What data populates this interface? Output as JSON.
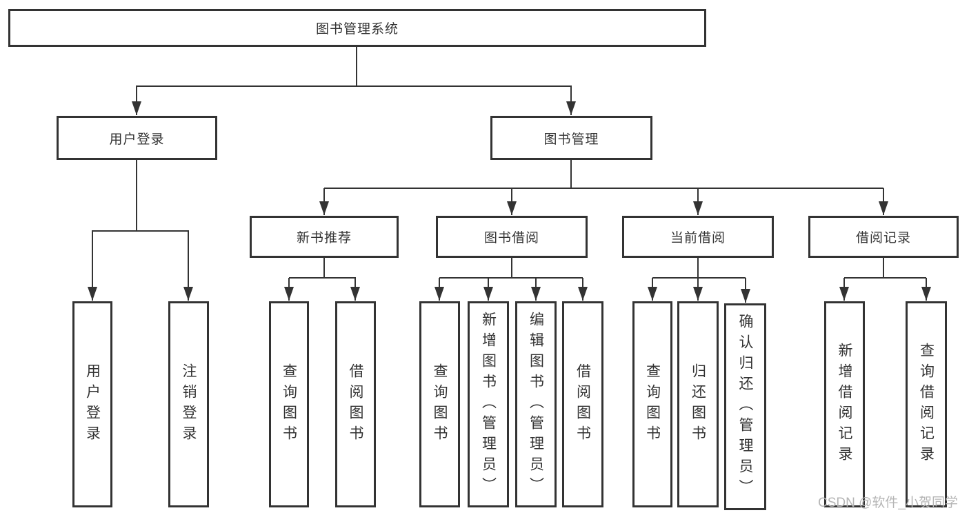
{
  "colors": {
    "line": "#333333",
    "box_border": "#333333",
    "text": "#333333",
    "background": "#ffffff",
    "watermark_text_color": "#b5b5b5"
  },
  "nodes": {
    "root": "图书管理系统",
    "user_login": "用户登录",
    "book_mgmt": "图书管理",
    "new_books": "新书推荐",
    "book_borrow": "图书借阅",
    "current_borrow": "当前借阅",
    "borrow_records": "借阅记录",
    "leaf_user_login": "用户登录",
    "leaf_logout": "注销登录",
    "leaf_nb_query": "查询图书",
    "leaf_nb_borrow": "借阅图书",
    "leaf_bb_query": "查询图书",
    "leaf_bb_add": "新增图书（管理员）",
    "leaf_bb_edit": "编辑图书（管理员）",
    "leaf_bb_borrow": "借阅图书",
    "leaf_cb_query": "查询图书",
    "leaf_cb_return": "归还图书",
    "leaf_cb_confirm": "确认归还（管理员）",
    "leaf_br_add": "新增借阅记录",
    "leaf_br_query": "查询借阅记录"
  },
  "watermark": "CSDN @软件_小贺同学"
}
